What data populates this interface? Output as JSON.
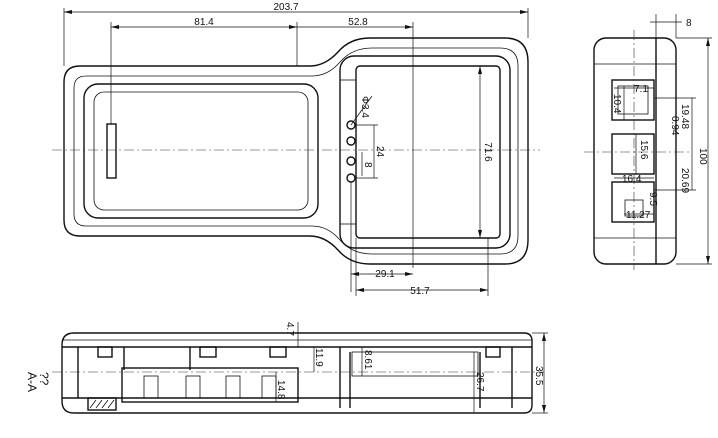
{
  "dimensions": {
    "overall_length": "203.7",
    "left_section": "81.4",
    "middle_section": "52.8",
    "screen_height": "71.6",
    "hole_diameter": "Φ3.4",
    "hole_spacing_total": "24",
    "hole_spacing": "8",
    "screen_offset": "29.1",
    "screen_width": "51.7",
    "side_thickness": "8",
    "side_7_1": "7.1",
    "side_10_4": "10.4",
    "side_19_48": "19.48",
    "side_0_94": "0.94",
    "side_100": "100",
    "side_15_6": "15.6",
    "side_20_69": "20.69",
    "side_16_4": "16.4",
    "side_9_5": "9.5",
    "side_11_27": "11.27",
    "sec_4_7": "4.7",
    "sec_11_9": "11.9",
    "sec_8_61": "8.61",
    "sec_14_8": "14.8",
    "sec_26_7": "26.7",
    "sec_35_5": "35.5"
  },
  "section_label": "A-A",
  "section_mark": "??"
}
